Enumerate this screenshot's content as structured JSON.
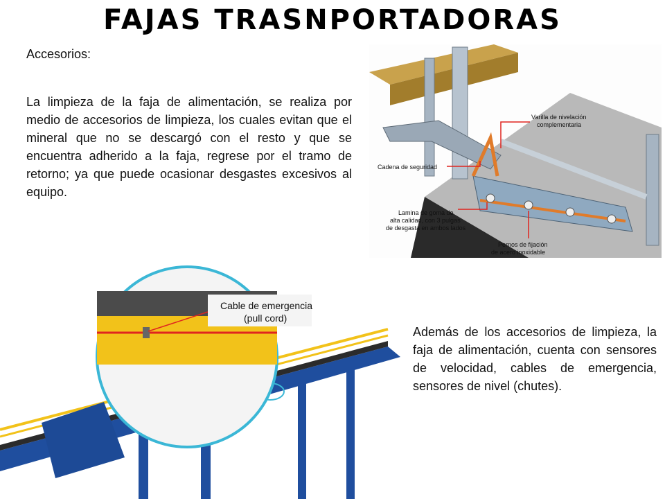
{
  "slide": {
    "title": "FAJAS TRASNPORTADORAS",
    "heading": "Accesorios:",
    "paragraph1": "La limpieza de la faja de alimentación, se realiza por medio de accesorios de  limpieza, los cuales evitan que el mineral que no se descargó con el resto y  que se encuentra adherido a la faja, regrese por el tramo de retorno; ya que  puede ocasionar desgastes excesivos al equipo.",
    "paragraph2": "Además de los accesorios de limpieza, la faja de alimentación, cuenta con  sensores de velocidad, cables de emergencia, sensores de nivel (chutes)."
  },
  "figure_cleaner": {
    "label_varilla_1": "Varilla de nivelación",
    "label_varilla_2": "complementaria",
    "label_cadena": "Cadena de seguridad",
    "label_lamina_1": "Lamina de goma de",
    "label_lamina_2": "alta calidad, con 3 pulgas",
    "label_lamina_3": "de desgasta en ambos lados",
    "label_pernos_1": "Pernos de fijación",
    "label_pernos_2": "de acero inoxidable"
  },
  "figure_conveyor": {
    "callout_1": "Cable de emergencia",
    "callout_2": "(pull cord)"
  },
  "colors": {
    "steel_blue": "#1f4e9e",
    "rail_yellow": "#f2c21a",
    "callout_line": "#e0241f",
    "magnifier_ring": "#3bb7d6"
  }
}
